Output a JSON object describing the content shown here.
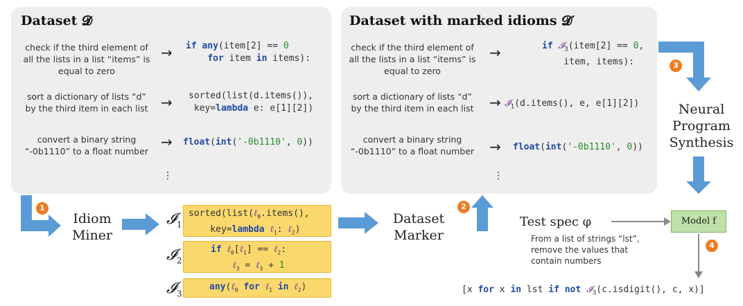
{
  "left_panel": {
    "title": "Dataset 𝓓",
    "rows": [
      {
        "desc": [
          "check if the third element of",
          "all the lists in a list “items” is",
          "equal to zero"
        ]
      },
      {
        "desc": [
          "sort a dictionary of lists “d”",
          "by the third item in each list"
        ]
      },
      {
        "desc": [
          "convert a binary string",
          "“-0b1110” to a float number"
        ]
      }
    ],
    "arrow": "→",
    "ellipsis": "⋮"
  },
  "right_panel": {
    "title": "Dataset with marked idioms 𝓓′",
    "rows": [
      {
        "desc": [
          "check if the third element of",
          "all the lists in a list “items” is",
          "equal to zero"
        ]
      },
      {
        "desc": [
          "sort a dictionary of lists “d”",
          "by the third item in each list"
        ]
      },
      {
        "desc": [
          "convert a binary string",
          "“-0b1110” to a float number"
        ]
      }
    ],
    "arrow": "→",
    "ellipsis": "⋮"
  },
  "steps": {
    "idiom_miner": [
      "Idiom",
      "Miner"
    ],
    "dataset_marker": [
      "Dataset",
      "Marker"
    ],
    "neural_synthesis": [
      "Neural",
      "Program",
      "Synthesis"
    ],
    "badges": [
      "1",
      "2",
      "3",
      "4"
    ]
  },
  "idioms": {
    "labels": [
      "𝓘",
      "𝓘",
      "𝓘"
    ],
    "subs": [
      "1",
      "2",
      "3"
    ]
  },
  "test": {
    "label": "Test spec φ",
    "desc": [
      "From a list of strings “lst”,",
      "remove the values that",
      "contain numbers"
    ],
    "model": "Model f"
  },
  "colors": {
    "arrow": "#5b9bd5",
    "badge": "#ec7c23",
    "idiom_box": "#fbd86c",
    "model_box": "#bfe0a8",
    "panel": "#eeeeee"
  }
}
